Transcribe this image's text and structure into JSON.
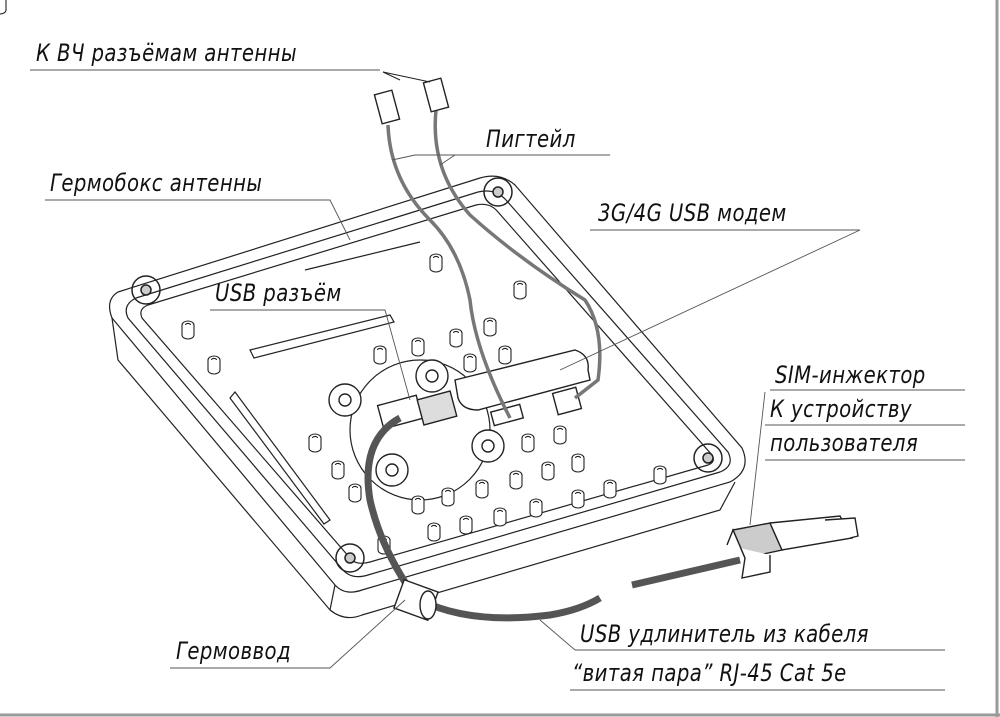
{
  "labels": {
    "rf_connectors": "К ВЧ разъёмам антенны",
    "pigtail": "Пигтейл",
    "enclosure": "Гермобокс антенны",
    "modem": "3G/4G USB модем",
    "usb_connector": "USB разъём",
    "sim_injector": "SIM-инжектор",
    "to_user_device_1": "К устройству",
    "to_user_device_2": "пользователя",
    "cable_gland": "Гермоввод",
    "usb_extender_1": "USB удлинитель из кабеля",
    "usb_extender_2": "“витая пара” RJ-45 Cat 5e"
  },
  "colors": {
    "line": "#222222",
    "cable": "#8a8a8a",
    "frame": "#9a9a9a"
  }
}
